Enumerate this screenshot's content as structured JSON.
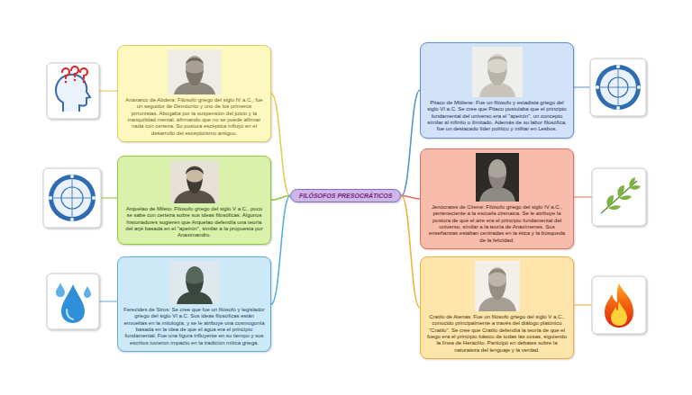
{
  "diagram": {
    "nodes": [
      {
        "text": [
          "FILÓSOFOS PRESOCRÁTICOS"
        ]
      },
      {
        "text": [
          "Anaxarco de Abdera: Filósofo griego del siglo IV a.C., fue un seguidor de Demócrito y uno de los primeros pirronistas. Abogaba por la suspensión del juicio y la tranquilidad mental, afirmando que no se puede afirmar nada con certeza. Su postura escéptica influyó en el desarrollo del escepticismo antiguo."
        ]
      },
      {
        "text": [
          "Arquelao de Mileto: Filósofo griego del siglo V a.C., poco se sabe con certeza sobre sus ideas filosóficas. Algunos historiadores sugieren que Arquelao defendía una teoría del arjé basada en el \"apeirón\", similar a la propuesta por Anaximandro."
        ]
      },
      {
        "text": [
          "Ferecides de Siros: Se cree que fue un filósofo y legislador griego del siglo VI a.C. Sus ideas filosóficas están envueltas en la mitología, y se le atribuye una cosmogonía basada en la idea de que el agua era el principio fundamental. Fue una figura influyente en su tiempo y sus escritos tuvieron impacto en la tradición mítica griega."
        ]
      },
      {
        "text": [
          "Pitaco de Mitilene: Fue un filósofo y estadista griego del siglo VI a.C. Se cree que Pitaco postulaba que el principio fundamental del universo era el \"apeirón\", un concepto similar al infinito o ilimitado. Además de su labor filosófica, fue un destacado líder político y militar en Lesbos."
        ]
      },
      {
        "text": [
          "Jenócrates de Cirene: Filósofo griego del siglo IV a.C., perteneciente a la escuela cirenaica. Se le atribuye la postura de que el aire era el principio fundamental del universo, similar a la teoría de Anaxímenes. Sus enseñanzas estaban centradas en la ética y la búsqueda de la felicidad."
        ]
      },
      {
        "text": [
          "Cratilo de Atenas: Fue un filósofo griego del siglo V a.C., conocido principalmente a través del diálogo platónico \"Cratilo\". Se cree que Cratilo defendía la teoría de que el fuego era el principio básico de todas las cosas, siguiendo la línea de Heráclito. Participó en debates sobre la naturaleza del lenguaje y la verdad."
        ]
      }
    ],
    "edges": [
      {
        "from": 0,
        "to": 1,
        "arrow": "none"
      },
      {
        "from": 0,
        "to": 2,
        "arrow": "none"
      },
      {
        "from": 0,
        "to": 3,
        "arrow": "none"
      },
      {
        "from": 0,
        "to": 4,
        "arrow": "none"
      },
      {
        "from": 0,
        "to": 5,
        "arrow": "none"
      },
      {
        "from": 0,
        "to": 6,
        "arrow": "none"
      }
    ]
  }
}
